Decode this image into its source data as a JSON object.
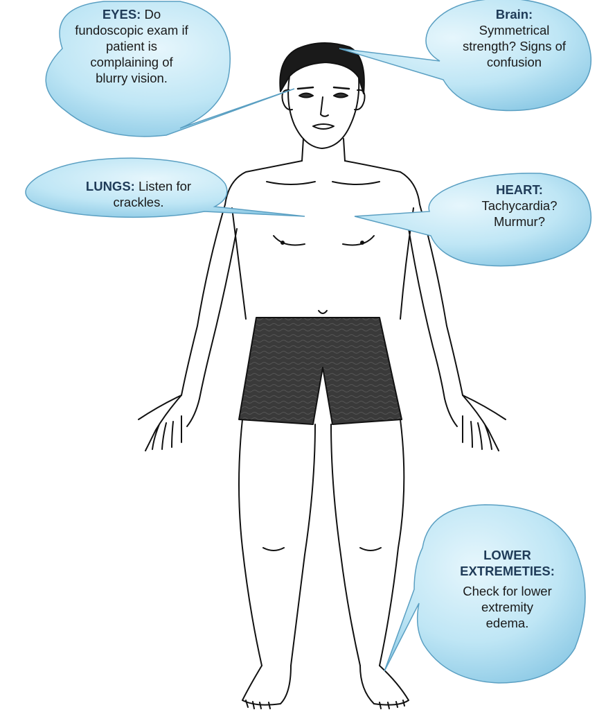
{
  "callouts": {
    "eyes": {
      "label": "EYES:",
      "text_1": "Do",
      "text_2": "fundoscopic exam if",
      "text_3": "patient is",
      "text_4": "complaining of",
      "text_5": "blurry vision."
    },
    "brain": {
      "label": "Brain:",
      "text_1": "Symmetrical",
      "text_2": "strength? Signs of",
      "text_3": "confusion"
    },
    "lungs": {
      "label": "LUNGS:",
      "text_1": "Listen for",
      "text_2": "crackles."
    },
    "heart": {
      "label": "HEART:",
      "text_1": "Tachycardia?",
      "text_2": "Murmur?"
    },
    "lower": {
      "label_1": "LOWER",
      "label_2": "EXTREMETIES:",
      "text_1": "Check for lower",
      "text_2": "extremity",
      "text_3": "edema."
    }
  },
  "colors": {
    "bubble_fill": "#b9e3f3",
    "bubble_stroke": "#5a9fc2",
    "label_text": "#1f3b58",
    "outline": "#111111",
    "shorts": "#3b3b3b"
  }
}
